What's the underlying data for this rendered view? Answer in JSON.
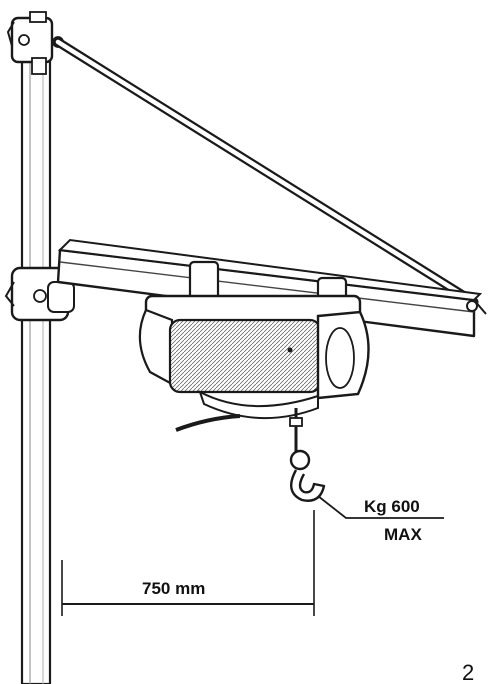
{
  "labels": {
    "load_value": "Kg 600",
    "load_max": "MAX",
    "distance": "750 mm",
    "page_number": "2"
  },
  "colors": {
    "ink": "#1a1a1a",
    "paper": "#ffffff",
    "shade": "#9a9a9a"
  }
}
